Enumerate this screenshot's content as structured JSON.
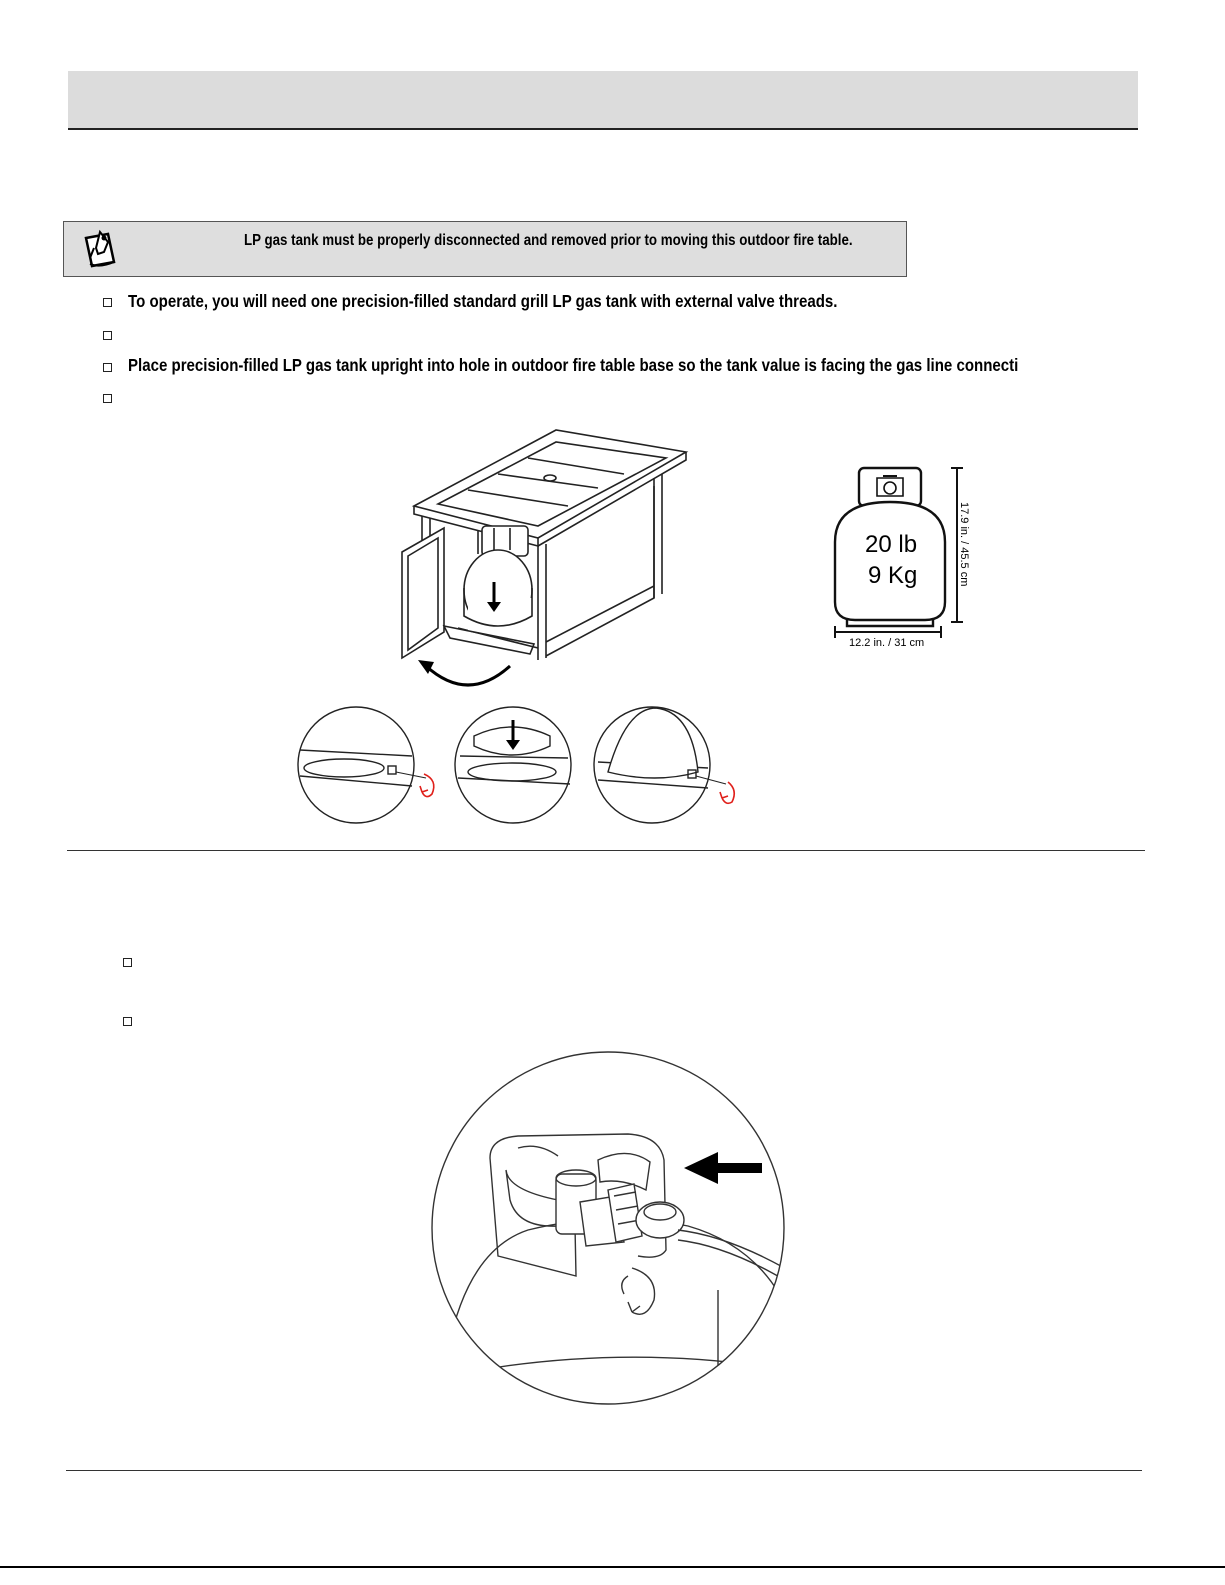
{
  "note": {
    "text": "LP gas tank must be properly disconnected and removed prior to moving this outdoor fire table."
  },
  "steps": [
    {
      "text": "To operate, you will need one precision-filled standard grill LP gas tank with external valve threads."
    },
    {
      "text": ""
    },
    {
      "text": "Place precision-filled LP gas tank upright into hole in outdoor fire table base so the tank value is facing the gas line connecti"
    },
    {
      "text": ""
    }
  ],
  "tank_spec": {
    "weight_lb": "20 lb",
    "weight_kg": "9 Kg",
    "height": "17.9 in. / 45.5 cm",
    "width": "12.2 in. / 31 cm"
  },
  "steps2": [
    {
      "text": ""
    },
    {
      "text": ""
    }
  ],
  "colors": {
    "header_bar": "#dcdcdc",
    "note_box": "#dedede",
    "rotation_arrow": "#e0201b"
  }
}
